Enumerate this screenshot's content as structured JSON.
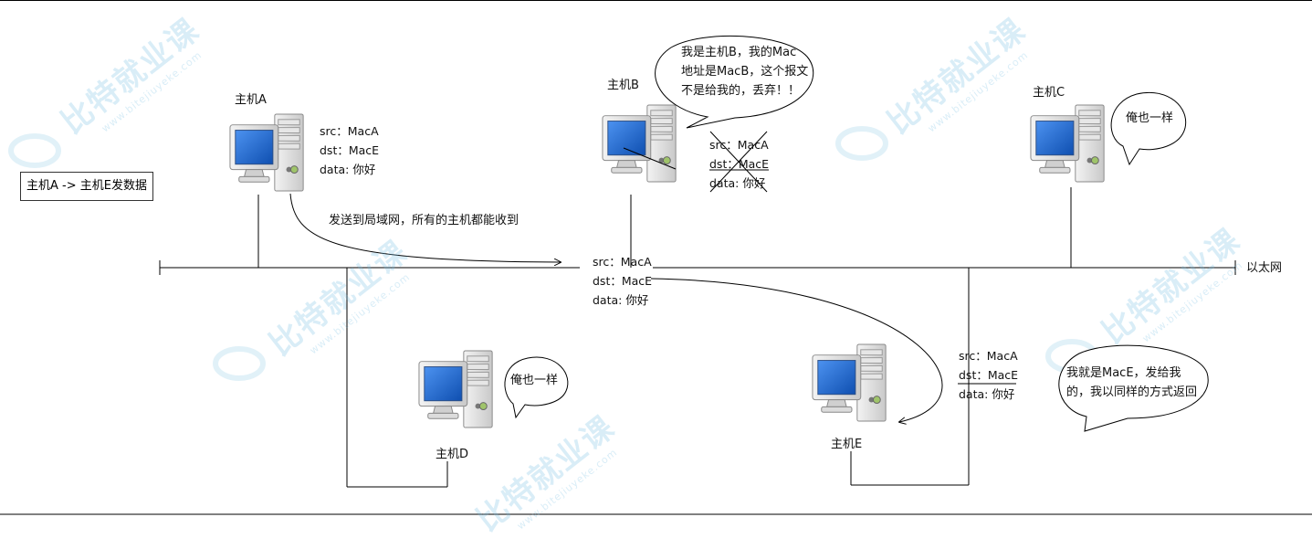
{
  "title_box": "主机A -> 主机E发数据",
  "ethernet_label": "以太网",
  "broadcast_note": "发送到局域网，所有的主机都能收到",
  "hosts": {
    "a": {
      "label": "主机A"
    },
    "b": {
      "label": "主机B"
    },
    "c": {
      "label": "主机C"
    },
    "d": {
      "label": "主机D"
    },
    "e": {
      "label": "主机E"
    }
  },
  "frames": {
    "at_a": {
      "src": "src：MacA",
      "dst": "dst：MacE",
      "data": "data: 你好"
    },
    "at_bus": {
      "src": "src：MacA",
      "dst": "dst：MacE",
      "data": "data: 你好"
    },
    "at_b": {
      "src": "src：MacA",
      "dst": "dst：MacE",
      "data": "data: 你好"
    },
    "at_e": {
      "src": "src：MacA",
      "dst": "dst：MacE",
      "data": "data: 你好"
    }
  },
  "bubbles": {
    "b": [
      "我是主机B，我的Mac",
      "地址是MacB，这个报文",
      "不是给我的，丢弃！！"
    ],
    "c": [
      "俺也一样"
    ],
    "d": [
      "俺也一样"
    ],
    "e": [
      "我就是MacE，发给我",
      "的，我以同样的方式返回"
    ]
  },
  "watermark": {
    "text": "比特就业课",
    "sub": "www.bitejiuyeke.com"
  },
  "colors": {
    "screen": "#1a5fc4",
    "case": "#d9d9d9",
    "line": "#000000",
    "watermark": "#78bee1"
  }
}
